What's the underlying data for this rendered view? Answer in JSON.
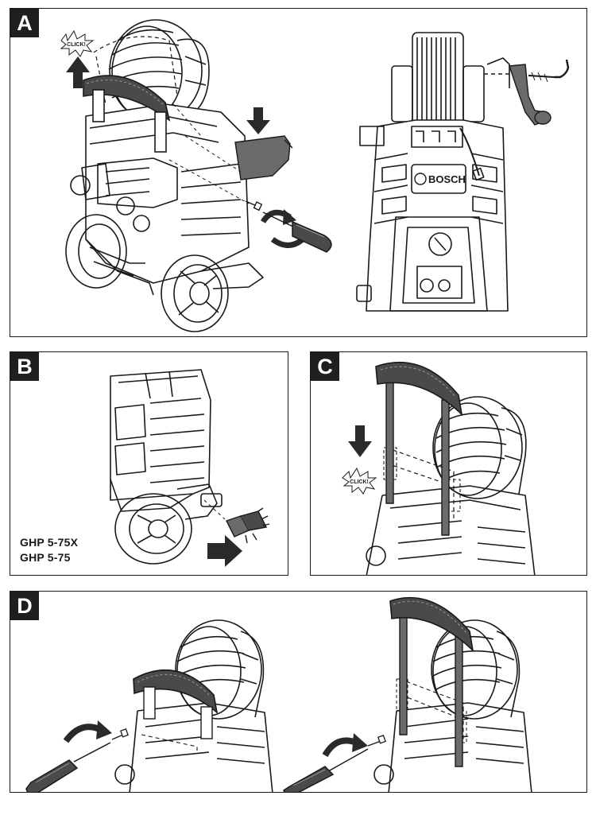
{
  "panels": {
    "a": {
      "label": "A",
      "click_text": "CLICK!",
      "brand_text": "BOSCH"
    },
    "b": {
      "label": "B",
      "models": [
        "GHP 5-75X",
        "GHP 5-75"
      ]
    },
    "c": {
      "label": "C",
      "click_text": "CLICK!"
    },
    "d": {
      "label": "D"
    }
  },
  "colors": {
    "ink": "#1a1a1a",
    "part_fill": "#6b6b6b",
    "grip_fill": "#4a4a4a",
    "arrow_fill": "#2a2a2a"
  },
  "icons": [
    "up-arrow-icon",
    "down-arrow-icon",
    "right-arrow-icon",
    "rotate-arrow-icon",
    "screwdriver-icon",
    "click-burst-icon"
  ]
}
